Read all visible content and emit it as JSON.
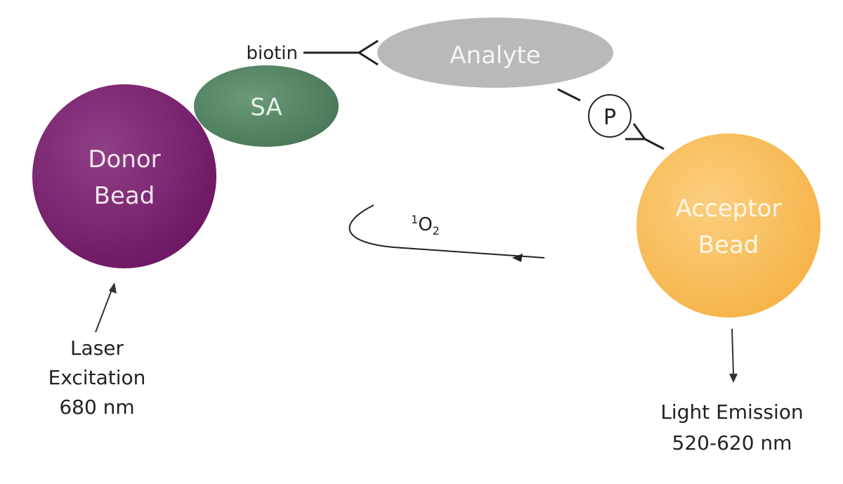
{
  "nodes": {
    "donor": {
      "line1": "Donor",
      "line2": "Bead",
      "color": "#7a1f6e"
    },
    "sa": {
      "label": "SA",
      "color": "#4e7f5c"
    },
    "analyte": {
      "label": "Analyte",
      "color": "#b7b7b7"
    },
    "acceptor": {
      "line1": "Acceptor",
      "line2": "Bead",
      "color": "#f8b953"
    },
    "phospho": {
      "label": "P"
    }
  },
  "labels": {
    "biotin": "biotin",
    "singlet_oxygen": {
      "sup": "1",
      "base": "O",
      "sub": "2"
    },
    "laser": [
      "Laser",
      "Excitation",
      "680 nm"
    ],
    "emission": [
      "Light Emission",
      "520-620 nm"
    ]
  }
}
